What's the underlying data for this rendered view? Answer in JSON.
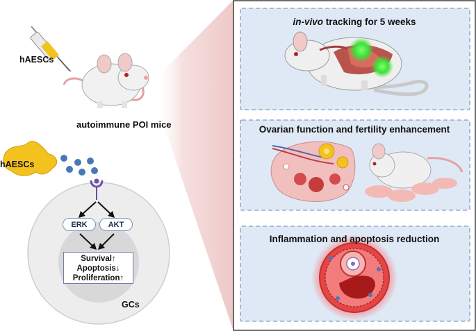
{
  "left": {
    "injection_label": "hAESCs",
    "mouse_caption": "autoimmune POI mice",
    "cell_label": "hAESCs",
    "pathway": {
      "erk": "ERK",
      "akt": "AKT"
    },
    "effects": {
      "survival": "Survival↑",
      "apoptosis": "Apoptosis↓",
      "proliferation": "Proliferation↑"
    },
    "gc_label": "GCs"
  },
  "right": {
    "panel1": {
      "title_italic": "in-vivo",
      "title_rest": " tracking for 5 weeks"
    },
    "panel2": {
      "title": "Ovarian function and fertility enhancement"
    },
    "panel3": {
      "title": "Inflammation and apoptosis reduction"
    }
  },
  "colors": {
    "panel_fill": "#dfe9f6",
    "panel_border": "#7f9ccb",
    "cone": "#f3d6d6",
    "outer_border": "#3c3c3c",
    "cell_fill": "#ededed",
    "nucleus_fill": "#d8d8d8",
    "dot_blue": "#4a78b7",
    "fluorescence_green": "#42e33b",
    "cell_yellow": "#f4c21f"
  }
}
